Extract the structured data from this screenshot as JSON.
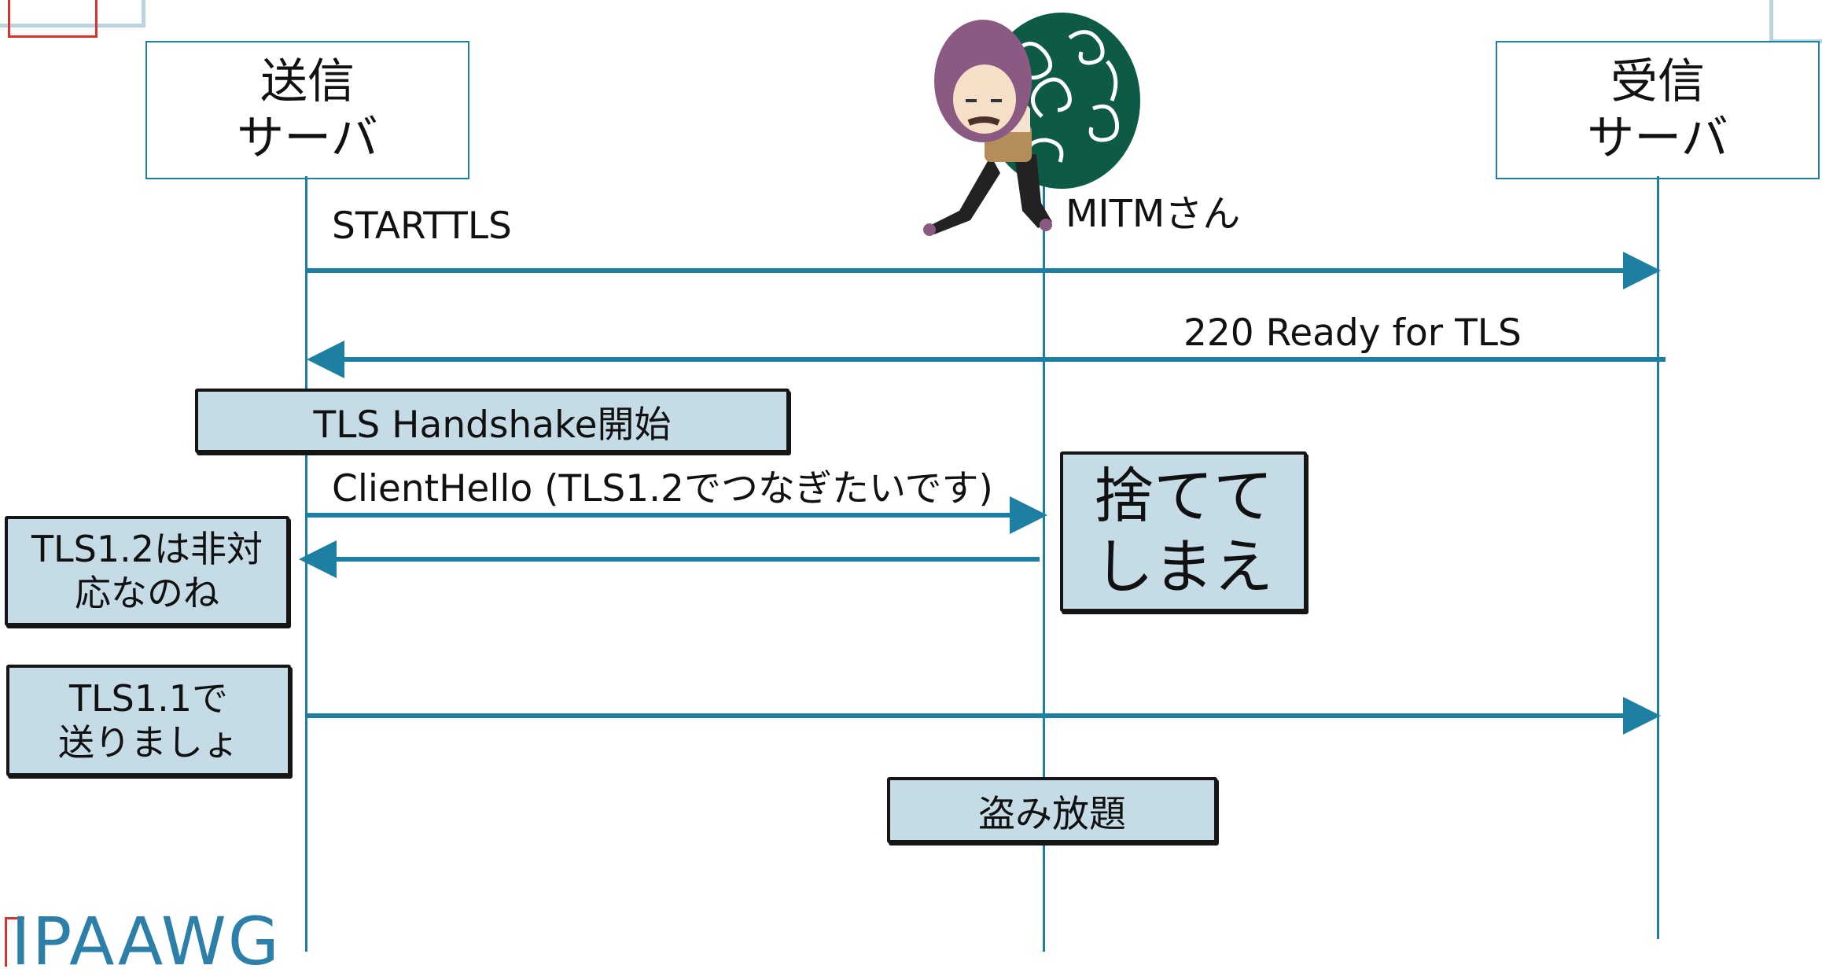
{
  "participants": {
    "sender": "送信\nサーバ",
    "receiver": "受信\nサーバ",
    "mitm": "MITMさん"
  },
  "messages": {
    "starttls": "STARTTLS",
    "ready": "220 Ready for TLS",
    "client_hello": "ClientHello (TLS1.2でつなぎたいです)"
  },
  "notes": {
    "handshake": "TLS Handshake開始",
    "discard": "捨てて\nしまえ",
    "tls12_unsupported": "TLS1.2は非対\n応なのね",
    "send_tls11": "TLS1.1で\n送りましょ",
    "steal": "盗み放題"
  },
  "logo": {
    "text": "IPAAWG"
  },
  "colors": {
    "line": "#1d7fa1",
    "note_fill": "#c5dbe6",
    "note_border": "#151515",
    "mitm_hood": "#8b5a82",
    "mitm_bag": "#0d5a47"
  }
}
